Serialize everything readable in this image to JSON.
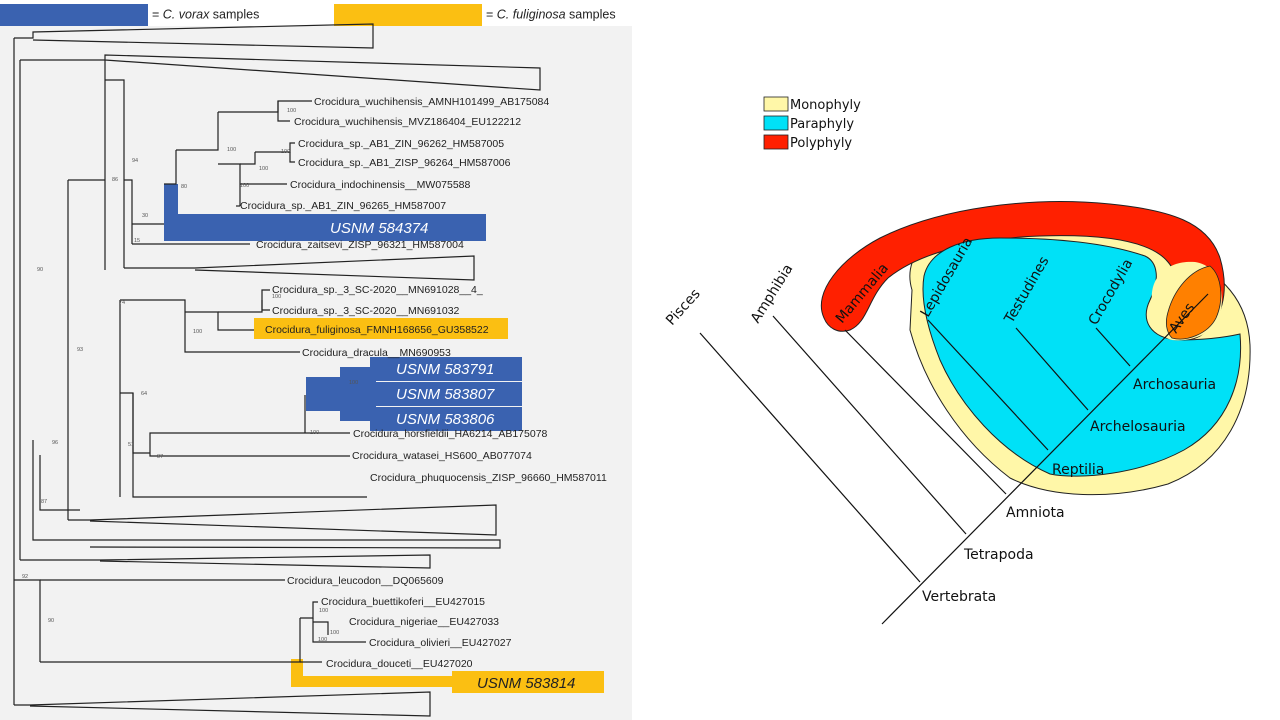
{
  "top_legend": [
    {
      "label_species": "C. vorax",
      "label_suffix": " samples",
      "prefix": "= ",
      "color": "#3a62b0"
    },
    {
      "label_species": "C. fuliginosa",
      "label_suffix": " samples",
      "prefix": "= ",
      "color": "#fbbf12"
    }
  ],
  "tree": {
    "leaves": [
      "Crocidura_wuchihensis_AMNH101499_AB175084",
      "Crocidura_wuchihensis_MVZ186404_EU122212",
      "Crocidura_sp._AB1_ZIN_96262_HM587005",
      "Crocidura_sp._AB1_ZISP_96264_HM587006",
      "Crocidura_indochinensis__MW075588",
      "Crocidura_sp._AB1_ZIN_96265_HM587007",
      "Crocidura_zaitsevi_ZISP_96321_HM587004",
      "Crocidura_sp._3_SC-2020__MN691028__4_",
      "Crocidura_sp._3_SC-2020__MN691032",
      "Crocidura_fuliginosa_FMNH168656_GU358522",
      "Crocidura_dracula__MN690953",
      "Crocidura_horsfieldii_HA6214_AB175078",
      "Crocidura_watasei_HS600_AB077074",
      "Crocidura_phuquocensis_ZISP_96660_HM587011",
      "Crocidura_leucodon__DQ065609",
      "Crocidura_buettikoferi__EU427015",
      "Crocidura_nigeriae__EU427033",
      "Crocidura_olivieri__EU427027",
      "Crocidura_douceti__EU427020"
    ],
    "samples": [
      "USNM 584374",
      "USNM 583791",
      "USNM 583807",
      "USNM 583806",
      "USNM 583814"
    ],
    "support": [
      "100",
      "100",
      "100",
      "100",
      "100",
      "80",
      "94",
      "86",
      "30",
      "15",
      "90",
      "74",
      "100",
      "100",
      "93",
      "64",
      "51",
      "100",
      "87",
      "96",
      "87",
      "92",
      "90",
      "100",
      "100",
      "100",
      "100"
    ],
    "colors": {
      "vorax": "#3a62b0",
      "fuliginosa": "#fbbf12",
      "branch": "#222222"
    }
  },
  "cladogram": {
    "key": [
      {
        "label": "Monophyly",
        "color": "#fff7a8"
      },
      {
        "label": "Paraphyly",
        "color": "#00e1f7"
      },
      {
        "label": "Polyphyly",
        "color": "#ff2000"
      }
    ],
    "taxa": [
      "Pisces",
      "Amphibia",
      "Mammalia",
      "Lepidosauria",
      "Testudines",
      "Crocodylia",
      "Aves"
    ],
    "clades": [
      "Archosauria",
      "Archelosauria",
      "Reptilia",
      "Amniota",
      "Tetrapoda",
      "Vertebrata"
    ],
    "colors": {
      "monophyly": "#fff7a8",
      "paraphyly": "#00e1f7",
      "polyphyly": "#ff2000",
      "overlap": "#ff8000"
    }
  }
}
